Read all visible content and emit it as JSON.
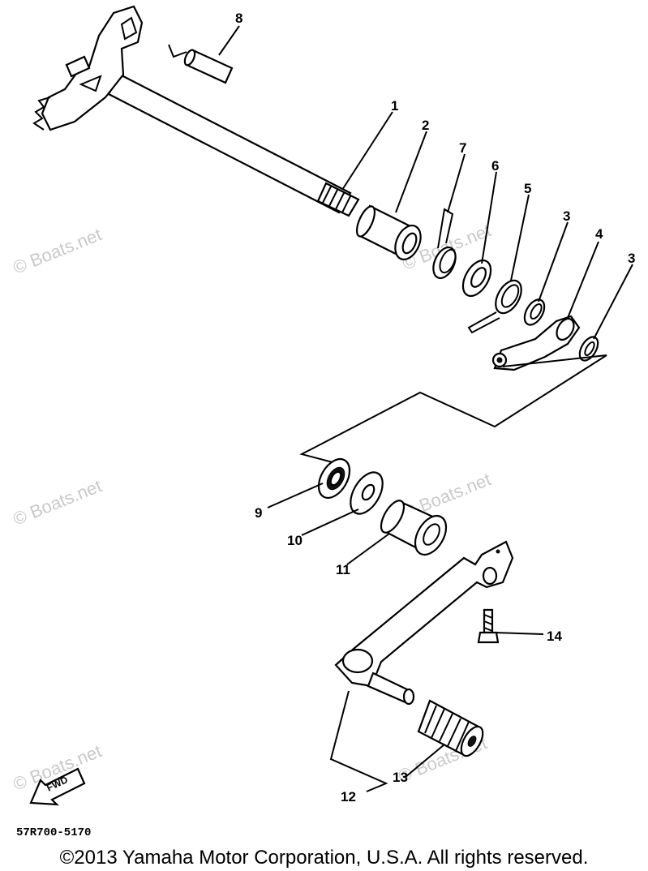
{
  "watermark": "© Boats.net",
  "callouts": {
    "p1": "1",
    "p2": "2",
    "p3a": "3",
    "p3b": "3",
    "p4": "4",
    "p5": "5",
    "p6": "6",
    "p7": "7",
    "p8": "8",
    "p9": "9",
    "p10": "10",
    "p11": "11",
    "p12": "12",
    "p13": "13",
    "p14": "14"
  },
  "fwd_label": "FWD",
  "diagram_code": "57R700-5170",
  "copyright": "©2013 Yamaha Motor Corporation, U.S.A. All rights reserved."
}
